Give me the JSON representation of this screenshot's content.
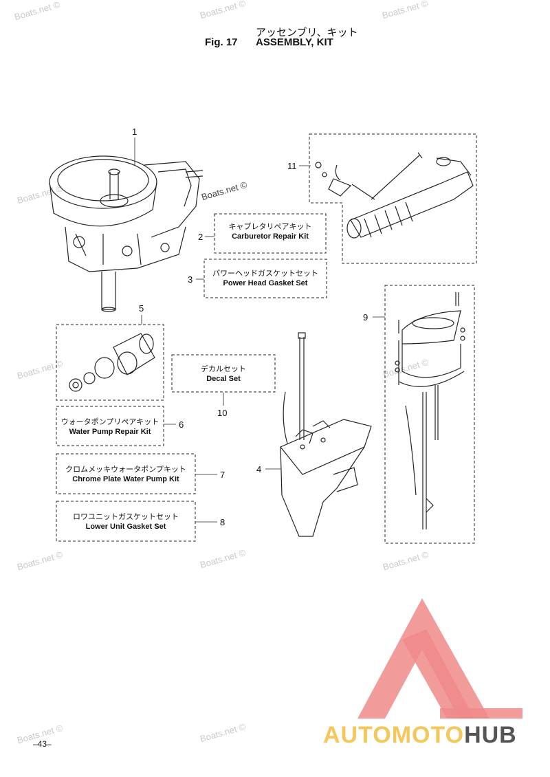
{
  "header": {
    "title_jp": "アッセンブリ、キット",
    "fig_label": "Fig. 17",
    "title_en": "ASSEMBLY, KIT"
  },
  "watermark": "Boats.net ©",
  "callouts": [
    "1",
    "2",
    "3",
    "4",
    "5",
    "6",
    "7",
    "8",
    "9",
    "10",
    "11"
  ],
  "kits": {
    "carburetor": {
      "jp": "キャブレタリペアキット",
      "en": "Carburetor Repair Kit"
    },
    "powerhead": {
      "jp": "パワーヘッドガスケットセット",
      "en": "Power Head Gasket Set"
    },
    "decal": {
      "jp": "デカルセット",
      "en": "Decal Set"
    },
    "waterpump": {
      "jp": "ウォータポンプリペアキット",
      "en": "Water Pump Repair Kit"
    },
    "chrome": {
      "jp": "クロムメッキウォータポンプキット",
      "en": "Chrome Plate Water Pump Kit"
    },
    "lowerunit": {
      "jp": "ロワユニットガスケットセット",
      "en": "Lower Unit Gasket Set"
    }
  },
  "page_number": "–43–",
  "brand": {
    "part1": "AUTOMOTO",
    "part2": "HUB",
    "color_logo": "#f08a8a",
    "color_text1": "#f3c75a",
    "color_text2": "#555555"
  }
}
